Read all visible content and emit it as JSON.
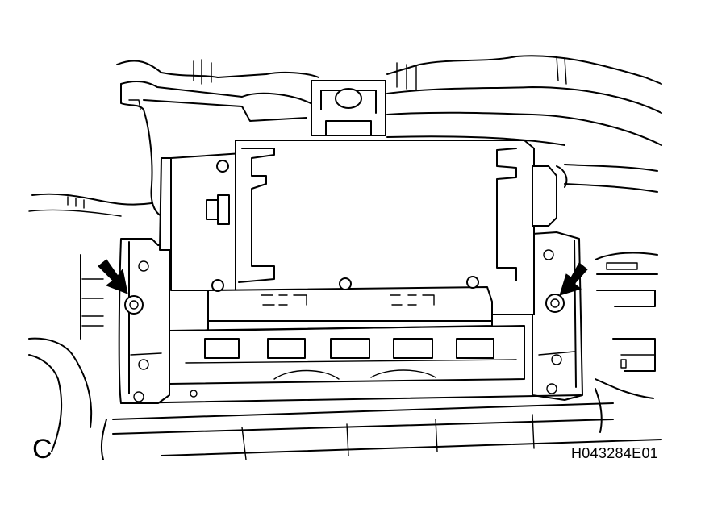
{
  "figure": {
    "view_letter": "C",
    "figure_id": "H043284E01"
  },
  "colors": {
    "line": "#000000",
    "background": "#ffffff"
  },
  "parts": {
    "arrows": [
      "left-bolt-arrow",
      "right-bolt-arrow"
    ],
    "bolts": [
      "left-mounting-nut",
      "right-mounting-nut"
    ]
  }
}
